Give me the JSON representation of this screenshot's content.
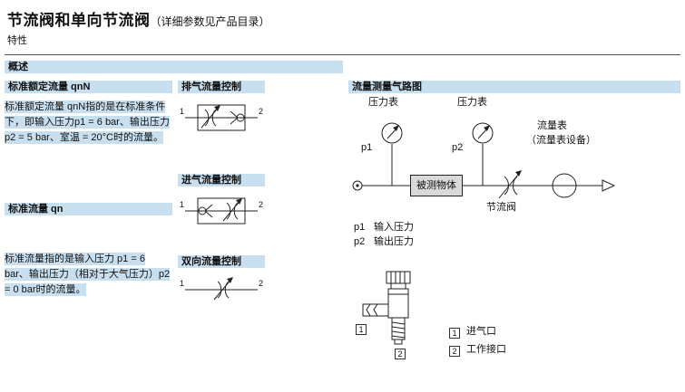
{
  "header": {
    "title": "节流阀和单向节流阀",
    "title_suffix": "（详细参数见产品目录）",
    "subtitle": "特性"
  },
  "overview_label": "概述",
  "left_column": {
    "block1_header": "标准额定流量 qnN",
    "block1_body": "标准额定流量 qnN指的是在标准条件下，即输入压力p1 = 6 bar、输出压力 p2 = 5 bar、室温 = 20°C时的流量。",
    "block2_header": "标准流量 qn",
    "block2_body": "标准流量指的是输入压力 p1 = 6 bar、输出压力（相对于大气压力）p2 = 0 bar时的流量。"
  },
  "symbol_column": {
    "exhaust_header": "排气流量控制",
    "supply_header": "进气流量控制",
    "bidirectional_header": "双向流量控制",
    "port1": "1",
    "port2": "2"
  },
  "circuit": {
    "header": "流量测量气路图",
    "gauge_label_1": "压力表",
    "gauge_label_2": "压力表",
    "p1": "p1",
    "p2": "p2",
    "flow_meter_label": "流量表",
    "flow_meter_sub": "（流量表设备）",
    "device_under_test": "被测物体",
    "throttle_label": "节流阀",
    "p1_legend_sym": "p1",
    "p1_legend_text": "输入压力",
    "p2_legend_sym": "p2",
    "p2_legend_text": "输出压力"
  },
  "product": {
    "callout1": "1",
    "callout2": "2",
    "legend1_num": "1",
    "legend1_text": "进气口",
    "legend2_num": "2",
    "legend2_text": "工作接口"
  }
}
